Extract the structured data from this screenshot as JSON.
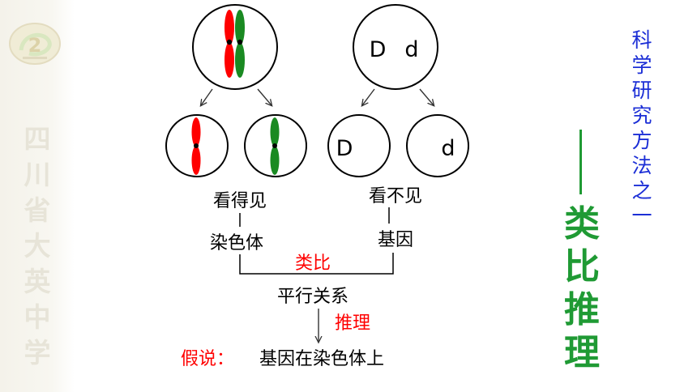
{
  "left_strip": {
    "logo": "school-logo",
    "watermark": [
      "四",
      "川",
      "省",
      "大",
      "英",
      "中",
      "学"
    ]
  },
  "diagram": {
    "top_left_cell": "chromosome-pair",
    "top_right_cell": {
      "left": "D",
      "right": "d"
    },
    "bottom_right_cells": [
      "D",
      "d"
    ],
    "visible_label": "看得见",
    "invisible_label": "看不见",
    "chromosome_label": "染色体",
    "gene_label": "基因",
    "analogy_label": "类比",
    "parallel_label": "平行关系",
    "reasoning_label": "推理",
    "hypothesis_prefix": "假说：",
    "hypothesis_text": "基因在染色体上"
  },
  "side_title": {
    "vertical": [
      "科",
      "学",
      "研",
      "究",
      "方",
      "法",
      "之",
      "一"
    ],
    "method": [
      "类",
      "比",
      "推",
      "理"
    ]
  },
  "colors": {
    "red": "#ff0000",
    "green": "#1a8a22",
    "blue": "#1c2fd6",
    "method_green": "#1f9a34"
  }
}
